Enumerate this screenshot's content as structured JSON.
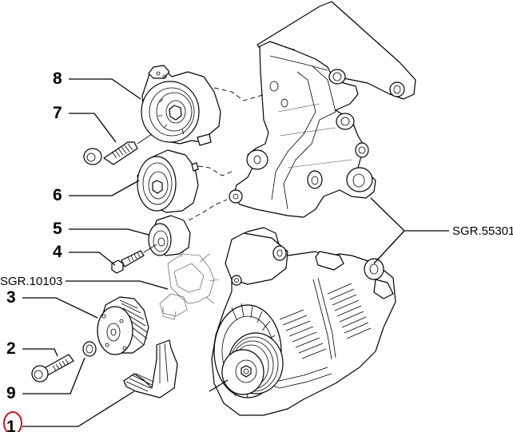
{
  "diagram": {
    "type": "exploded-parts-view",
    "subject": "alternator belt drive assembly",
    "callouts": [
      {
        "id": "8",
        "label": "8",
        "part": "belt tensioner"
      },
      {
        "id": "7",
        "label": "7",
        "part": "tensioner bolt"
      },
      {
        "id": "6",
        "label": "6",
        "part": "idler pulley"
      },
      {
        "id": "5",
        "label": "5",
        "part": "small idler roller"
      },
      {
        "id": "4",
        "label": "4",
        "part": "roller bolt"
      },
      {
        "id": "3",
        "label": "3",
        "part": "crankshaft pulley"
      },
      {
        "id": "2",
        "label": "2",
        "part": "pulley bolt"
      },
      {
        "id": "9",
        "label": "9",
        "part": "washer"
      },
      {
        "id": "1",
        "label": "1",
        "part": "poly-V belt",
        "highlighted": true
      }
    ],
    "references": [
      {
        "id": "sgr-10103",
        "label": "SGR.10103"
      },
      {
        "id": "sgr-55301",
        "label": "SGR.55301"
      }
    ],
    "highlight_color": "#d0141e"
  }
}
